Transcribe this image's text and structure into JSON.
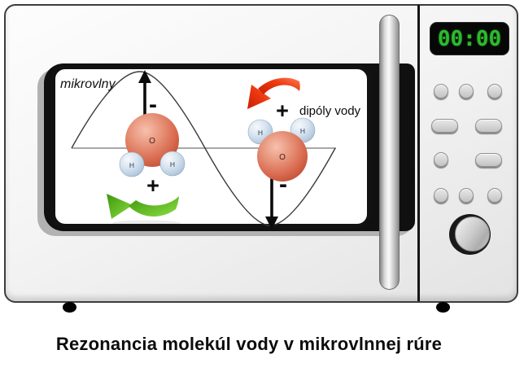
{
  "caption": "Rezonancia molekúl vody v mikrovlnnej rúre",
  "display": {
    "time": "00:00",
    "digit_color": "#2db92d",
    "background": "#070707"
  },
  "diagram": {
    "wave_label": "mikrovlny",
    "dipole_label": "dipóly vody",
    "oxygen_label": "O",
    "hydrogen_label": "H",
    "left_molecule": {
      "top_charge": "-",
      "bottom_charge": "+"
    },
    "right_molecule": {
      "top_charge": "+",
      "bottom_charge": "-"
    },
    "colors": {
      "oxygen": "#d96b50",
      "hydrogen": "#c6d8ea",
      "left_rotation_arrow": "#5fb91c",
      "right_rotation_arrow": "#e03010",
      "wave_line": "#3a3a3a",
      "field_arrows": "#0b0b0b"
    }
  },
  "control_panel": {
    "round_buttons": 7,
    "pill_buttons": 3,
    "has_knob": true
  }
}
